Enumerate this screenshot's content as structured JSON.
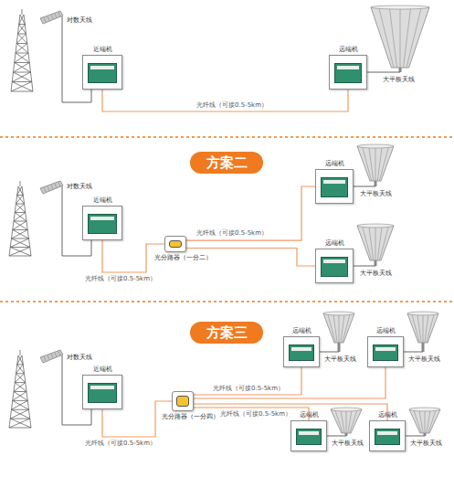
{
  "diagram": {
    "nodes": [
      {
        "text": [
          "近端机"
        ]
      },
      {
        "text": [
          "远端机"
        ]
      },
      {
        "text": [
          "近端机"
        ]
      },
      {
        "text": [
          "光分路器（一分二）"
        ]
      },
      {
        "text": [
          "远端机"
        ]
      },
      {
        "text": [
          "远端机"
        ]
      },
      {
        "text": [
          "近端机"
        ]
      },
      {
        "text": [
          "光分路器（一分四）"
        ]
      },
      {
        "text": [
          "远端机"
        ]
      },
      {
        "text": [
          "远端机"
        ]
      },
      {
        "text": [
          "远端机"
        ]
      },
      {
        "text": [
          "远端机"
        ]
      }
    ],
    "edges": [
      {
        "from": 0,
        "to": 1,
        "arrow": "none",
        "label": "光纤线（可接0.5-5km）"
      },
      {
        "from": 2,
        "to": 3,
        "arrow": "none",
        "label": "光纤线（可接0.5-5km）"
      },
      {
        "from": 3,
        "to": 4,
        "arrow": "none",
        "label": "光纤线（可接0.5-5km）"
      },
      {
        "from": 3,
        "to": 5,
        "arrow": "none"
      },
      {
        "from": 6,
        "to": 7,
        "arrow": "none",
        "label": "光纤线（可接0.5-5km）"
      },
      {
        "from": 7,
        "to": 8,
        "arrow": "none",
        "label": "光纤线（可接0.5-5km）"
      },
      {
        "from": 7,
        "to": 9,
        "arrow": "none"
      },
      {
        "from": 7,
        "to": 10,
        "arrow": "none",
        "label": "光纤线（可接0.5-5km）"
      },
      {
        "from": 7,
        "to": 11,
        "arrow": "none"
      }
    ],
    "labels": [
      "对数天线",
      "大平板天线",
      "方案二",
      "对数天线",
      "大平板天线",
      "大平板天线",
      "方案三",
      "对数天线",
      "大平板天线",
      "大平板天线",
      "大平板天线",
      "大平板天线"
    ]
  }
}
